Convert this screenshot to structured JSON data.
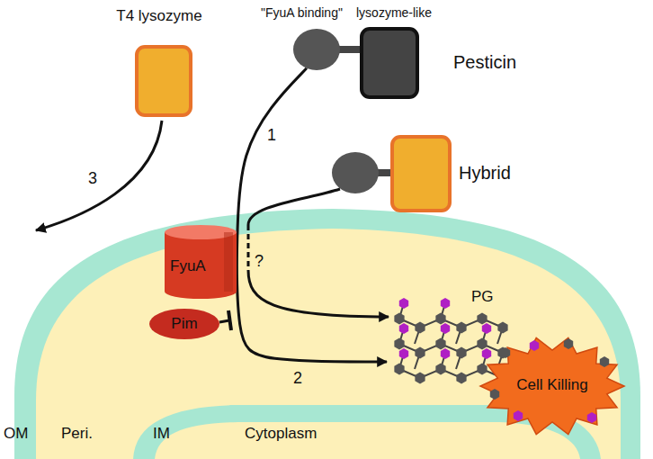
{
  "diagram": {
    "nodes": [
      {
        "text": [
          "T4 lysozyme"
        ]
      },
      {
        "text": [
          "\"FyuA binding\""
        ]
      },
      {
        "text": [
          "lysozyme-like"
        ]
      },
      {
        "text": [
          "FyuA"
        ]
      },
      {
        "text": [
          "Pim"
        ]
      },
      {
        "text": [
          "PG"
        ]
      },
      {
        "text": [
          "Cell Killing"
        ]
      }
    ],
    "edges": [
      {
        "from": 1,
        "to": 5,
        "arrow": "to"
      },
      {
        "from": 1,
        "to": 2,
        "arrow": "none"
      }
    ],
    "labels": [
      "Pesticin",
      "Hybrid",
      "1",
      "?",
      "2",
      "3",
      "OM",
      "Peri.",
      "IM",
      "Cytoplasm"
    ]
  }
}
